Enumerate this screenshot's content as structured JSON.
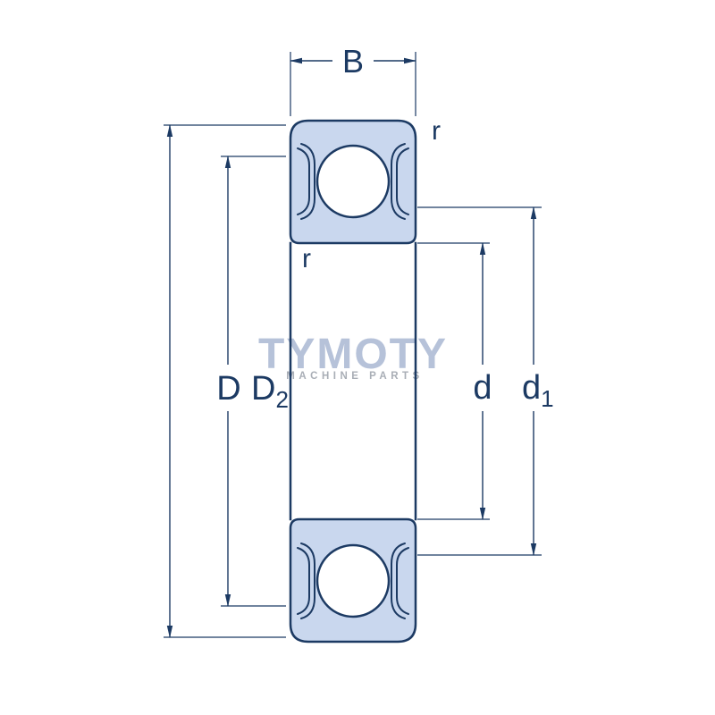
{
  "watermark": {
    "title": "TYMOTY",
    "subtitle": "MACHINE PARTS"
  },
  "dimensions": {
    "width": "B",
    "outer_diameter": "D",
    "recess_diameter_main": "D",
    "recess_diameter_sub": "2",
    "bore_diameter": "d",
    "shoulder_diameter_main": "d",
    "shoulder_diameter_sub": "1",
    "corner_radius_outer": "r",
    "corner_radius_inner": "r"
  },
  "colors": {
    "line": "#1c3a63",
    "fill": "#c9d7ee",
    "ball": "#ffffff",
    "watermark_title": "#b6c2d9",
    "watermark_subtitle": "#a9aeb6",
    "background": "#ffffff"
  }
}
